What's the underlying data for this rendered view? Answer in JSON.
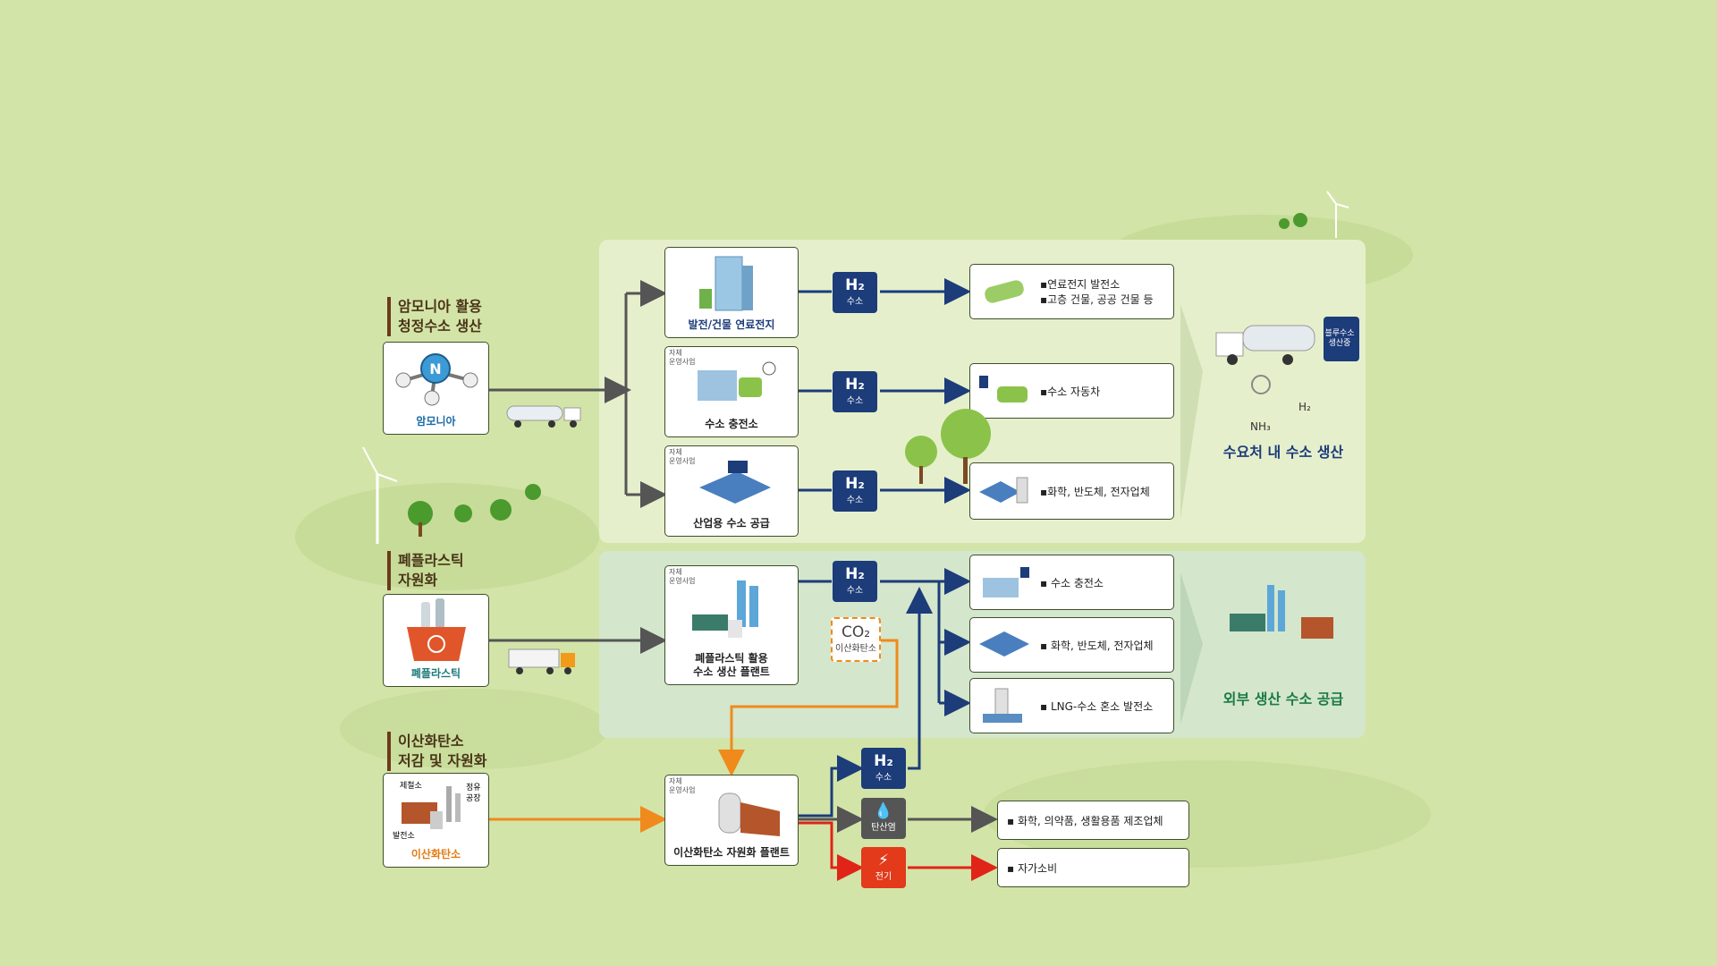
{
  "sections": {
    "ammonia": {
      "title_line1": "암모니아 활용",
      "title_line2": "청정수소 생산",
      "icon_label": "암모니아"
    },
    "plastic": {
      "title_line1": "폐플라스틱",
      "title_line2": "자원화",
      "icon_label": "폐플라스틱"
    },
    "co2": {
      "title_line1": "이산화탄소",
      "title_line2": "저감 및 자원화",
      "icon_label": "이산화탄소",
      "sub_steel": "제철소",
      "sub_refinery_1": "정유",
      "sub_refinery_2": "공장",
      "sub_power": "발전소"
    }
  },
  "process": {
    "fuel_cell": {
      "label": "발전/건물 연료전지"
    },
    "charging": {
      "tag_1": "자체",
      "tag_2": "운영사업",
      "label": "수소 충전소"
    },
    "industrial": {
      "tag_1": "자체",
      "tag_2": "운영사업",
      "label": "산업용 수소 공급"
    },
    "plastic_plant": {
      "tag_1": "자체",
      "tag_2": "운영사업",
      "label_1": "폐플라스틱 활용",
      "label_2": "수소 생산 플랜트"
    },
    "co2_plant": {
      "tag_1": "자체",
      "tag_2": "운영사업",
      "label": "이산화탄소 자원화 플랜트"
    }
  },
  "badges": {
    "h2_big": "H₂",
    "h2_small": "수소",
    "co2_big": "CO₂",
    "co2_small": "이산화탄소",
    "carbonate": "탄산염",
    "power": "전기"
  },
  "destinations": {
    "d1_line1": "▪연료전지 발전소",
    "d1_line2": "▪고층 건물, 공공 건물 등",
    "d2": "▪수소 자동차",
    "d3": "▪화학, 반도체, 전자업체",
    "d4": "▪ 수소 충전소",
    "d5": "▪ 화학, 반도체, 전자업체",
    "d6": "▪ LNG-수소 혼소 발전소",
    "d7": "▪ 화학, 의약품, 생활용품 제조업체",
    "d8": "▪ 자가소비"
  },
  "results": {
    "onsite": "수요처 내 수소 생산",
    "external": "외부 생산 수소 공급",
    "sign_1": "블루수소",
    "sign_2": "생산중",
    "nh3": "NH₃",
    "h2": "H₂"
  },
  "colors": {
    "background": "#d3e4a8",
    "panel_top": "#e6efcc",
    "panel_bottom": "#d4e6cb",
    "h2_badge": "#1c3c7a",
    "arrow_blue": "#1c3c7a",
    "arrow_grey": "#555555",
    "arrow_orange": "#f08a1c",
    "arrow_red": "#e02418",
    "carbonate_badge": "#555555",
    "power_badge": "#e23a1a"
  }
}
